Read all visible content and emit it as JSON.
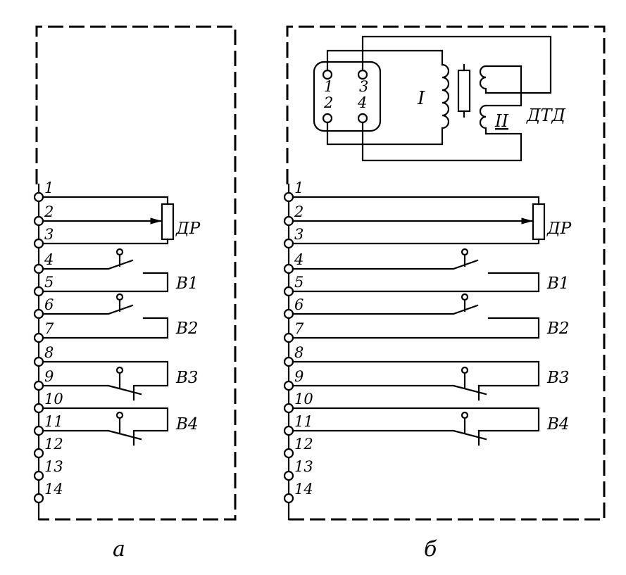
{
  "figure": {
    "panels": [
      {
        "id": "a",
        "caption": "а",
        "terminals": [
          "1",
          "2",
          "3",
          "4",
          "5",
          "6",
          "7",
          "8",
          "9",
          "10",
          "11",
          "12",
          "13",
          "14"
        ],
        "components": {
          "rheostat": "ДР",
          "switches": [
            "В1",
            "В2",
            "В3",
            "В4"
          ]
        }
      },
      {
        "id": "b",
        "caption": "б",
        "terminals": [
          "1",
          "2",
          "3",
          "4",
          "5",
          "6",
          "7",
          "8",
          "9",
          "10",
          "11",
          "12",
          "13",
          "14"
        ],
        "components": {
          "rheostat": "ДР",
          "switches": [
            "В1",
            "В2",
            "В3",
            "В4"
          ],
          "connector_pins": [
            "1",
            "2",
            "3",
            "4"
          ],
          "transformer": {
            "label": "ДТД",
            "winding_primary": "I",
            "winding_secondary": "II"
          }
        }
      }
    ]
  }
}
